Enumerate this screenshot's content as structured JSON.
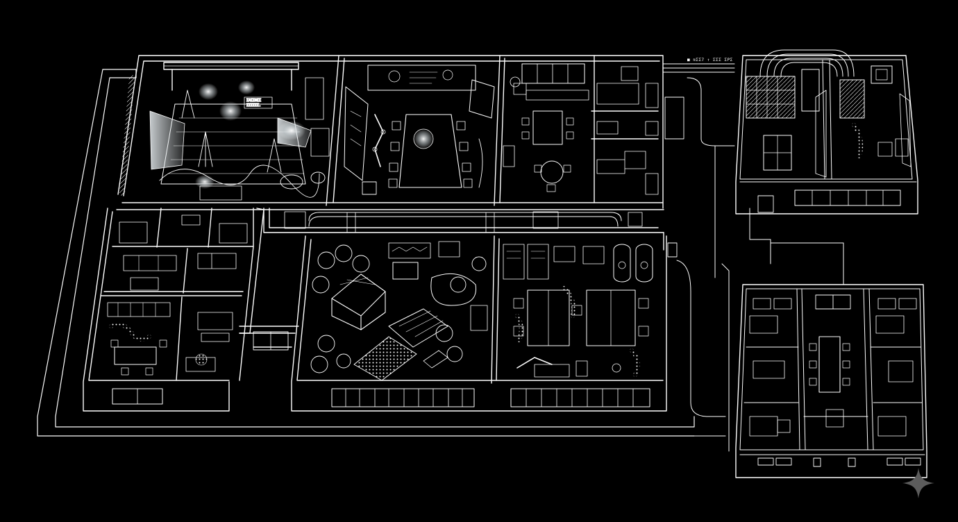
{
  "labels": {
    "legend_top": "■ ≋ΣΣ7 ↑ ΣΣΣ ΣΡΣ",
    "stage_sign_1": "ΣΑΣΣΟΣΣ",
    "stage_sign_2": "ΣΣΣΣΣΣ."
  },
  "colors": {
    "background": "#000000",
    "line": "#ffffff",
    "spotlight": "#dfe6ea"
  },
  "icons": {
    "brand": "sparkle-icon"
  }
}
